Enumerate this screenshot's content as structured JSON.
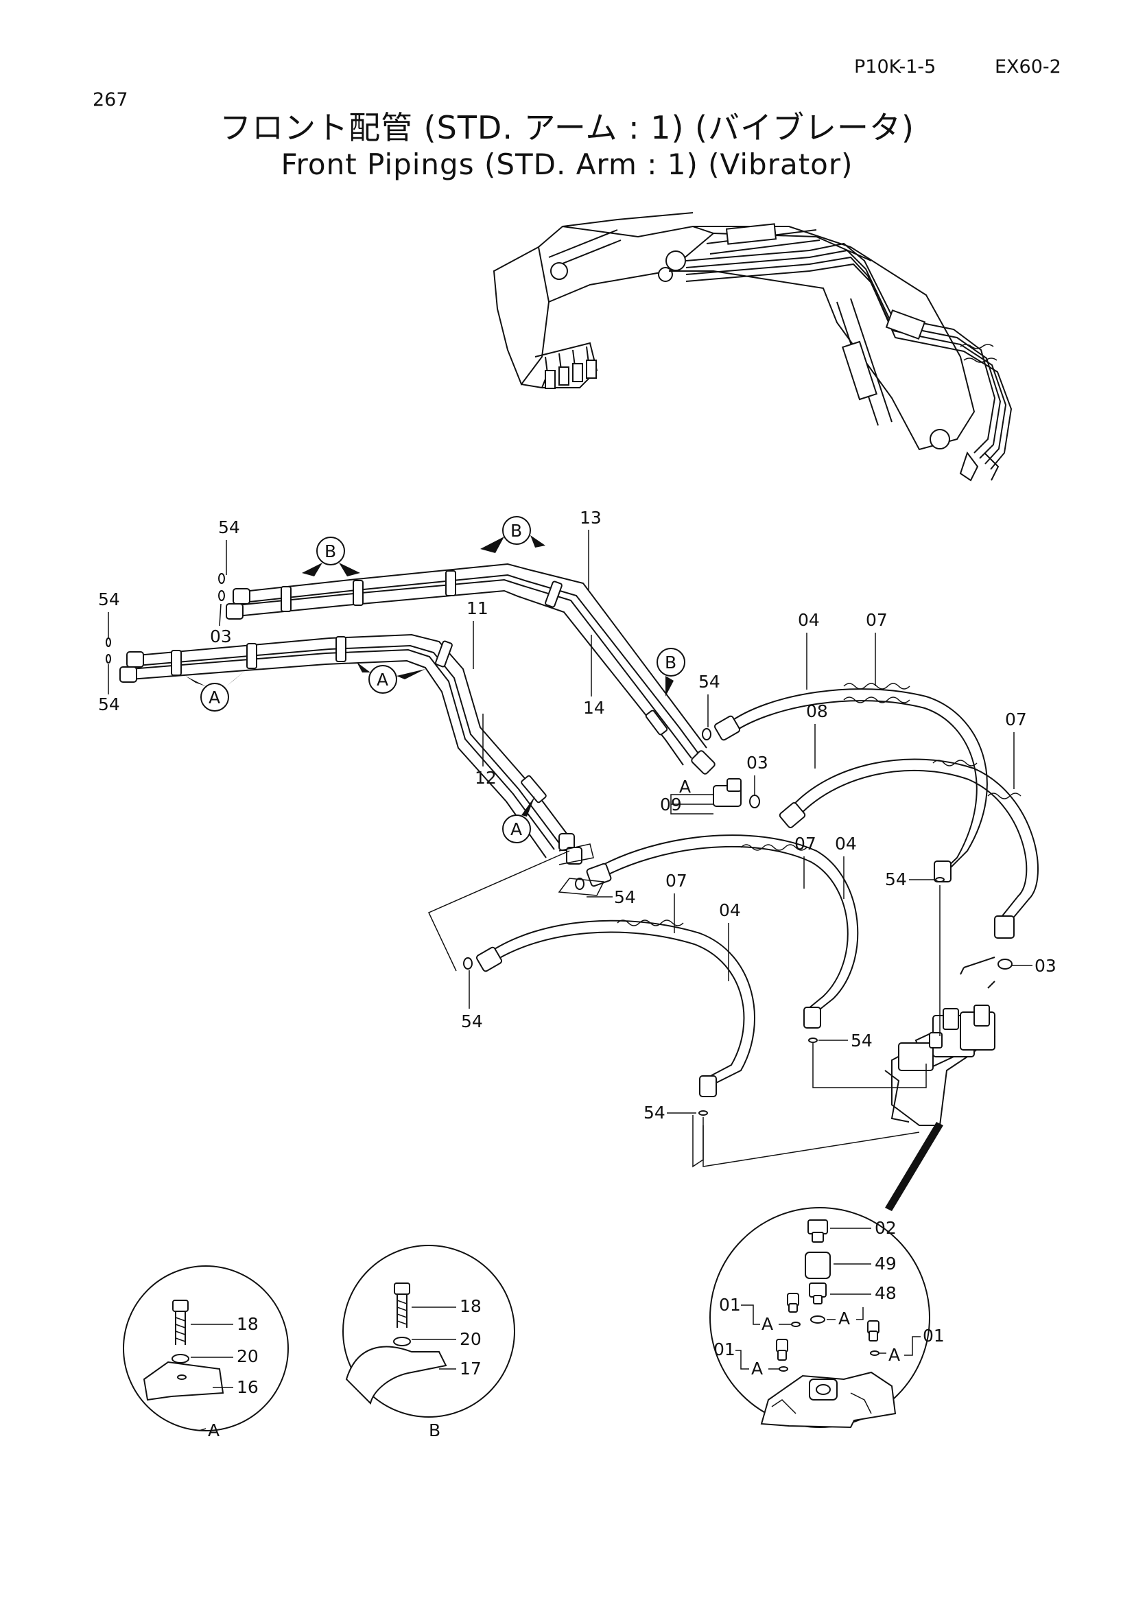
{
  "page": {
    "page_number": "267",
    "section_code": "P10K-1-5",
    "model": "EX60-2"
  },
  "title": {
    "japanese": "フロント配管 (STD. アーム : 1) (バイブレータ)",
    "english": "Front Pipings (STD. Arm : 1) (Vibrator)"
  },
  "callouts": {
    "p01": "01",
    "p02": "02",
    "p03": "03",
    "p04": "04",
    "p07": "07",
    "p08": "08",
    "p09": "09",
    "p11": "11",
    "p12": "12",
    "p13": "13",
    "p14": "14",
    "p16": "16",
    "p17": "17",
    "p18": "18",
    "p20": "20",
    "p48": "48",
    "p49": "49",
    "p54": "54"
  },
  "view_markers": {
    "a": "A",
    "b": "B"
  },
  "detail_views": [
    {
      "label": "A",
      "parts": [
        "18",
        "20",
        "16"
      ]
    },
    {
      "label": "B",
      "parts": [
        "18",
        "20",
        "17"
      ]
    }
  ],
  "valve_detail_parts": [
    "02",
    "49",
    "48",
    "01",
    "01",
    "01"
  ]
}
